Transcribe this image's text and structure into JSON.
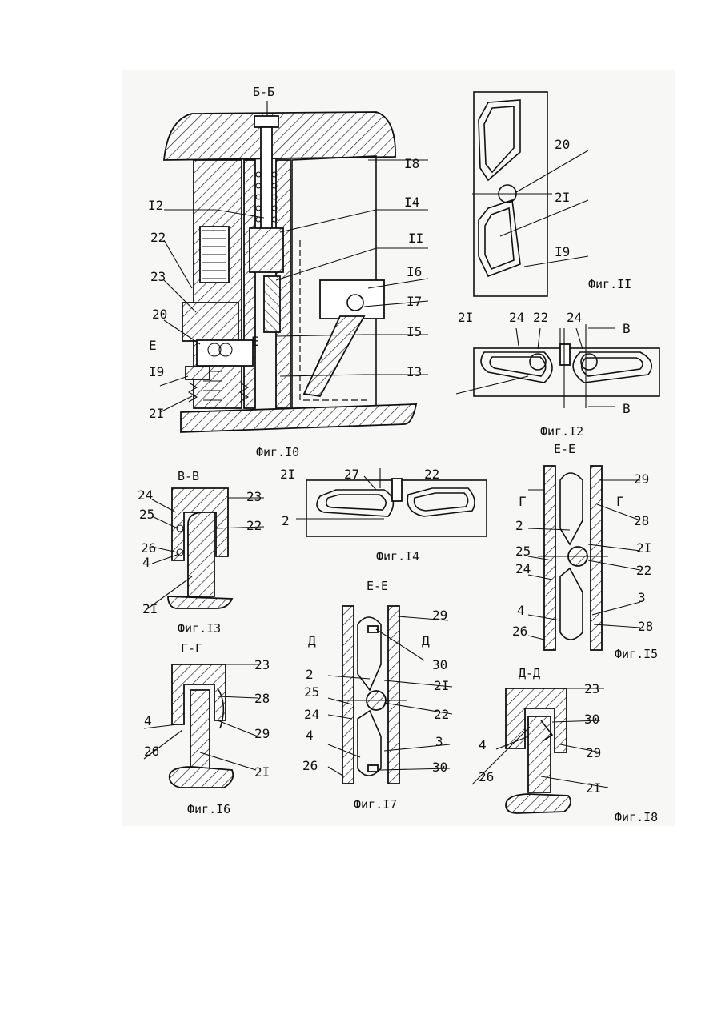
{
  "figures": {
    "fig10": {
      "caption": "Фиг.I0",
      "section": "Б-Б",
      "labels": [
        "I8",
        "I2",
        "I4",
        "22",
        "II",
        "I6",
        "23",
        "I7",
        "20",
        "E",
        "E",
        "I5",
        "I9",
        "I3",
        "2I"
      ]
    },
    "fig11": {
      "caption": "Фиг.II",
      "labels": [
        "20",
        "2I",
        "I9"
      ]
    },
    "fig12": {
      "caption": "Фиг.I2",
      "labels": [
        "2I",
        "24",
        "22",
        "24",
        "B",
        "B"
      ]
    },
    "fig13": {
      "caption": "Фиг.I3",
      "section": "B-B",
      "labels": [
        "24",
        "23",
        "25",
        "22",
        "26",
        "4",
        "2I"
      ]
    },
    "fig14": {
      "caption": "Фиг.I4",
      "labels": [
        "2I",
        "27",
        "22",
        "2"
      ]
    },
    "fig15": {
      "caption": "Фиг.I5",
      "section": "E-E",
      "labels": [
        "29",
        "Г",
        "Г",
        "28",
        "2",
        "2I",
        "25",
        "22",
        "24",
        "4",
        "3",
        "26",
        "28"
      ]
    },
    "fig16": {
      "caption": "Фиг.I6",
      "section": "Г-Г",
      "labels": [
        "23",
        "28",
        "4",
        "29",
        "26",
        "2I"
      ]
    },
    "fig17": {
      "caption": "Фиг.I7",
      "section": "E-E",
      "labels": [
        "29",
        "Д",
        "Д",
        "30",
        "2",
        "2I",
        "25",
        "22",
        "24",
        "3",
        "4",
        "26",
        "30"
      ]
    },
    "fig18": {
      "caption": "Фиг.I8",
      "section": "Д-Д",
      "labels": [
        "23",
        "30",
        "4",
        "29",
        "26",
        "2I"
      ]
    }
  }
}
